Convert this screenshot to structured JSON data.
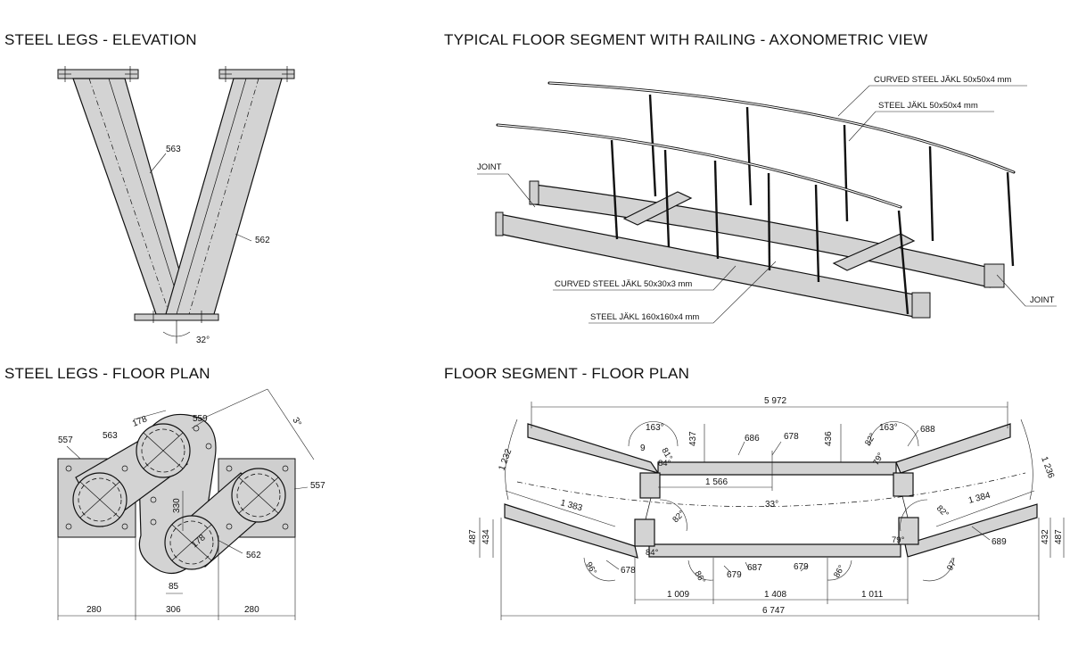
{
  "titles": {
    "legs_elevation": "STEEL LEGS - ELEVATION",
    "axonometric": "TYPICAL FLOOR SEGMENT WITH RAILING - AXONOMETRIC VIEW",
    "legs_plan": "STEEL LEGS - FLOOR PLAN",
    "segment_plan": "FLOOR SEGMENT - FLOOR PLAN"
  },
  "elevation": {
    "label_left": "563",
    "label_right": "562",
    "angle": "32°"
  },
  "axo": {
    "curved_rail": "CURVED STEEL JÄKL 50x50x4 mm",
    "posts": "STEEL JÄKL 50x50x4 mm",
    "joint_left": "JOINT",
    "joint_right": "JOINT",
    "curved_edge": "CURVED STEEL JÄKL 50x30x3 mm",
    "main_beam": "STEEL JÄKL 160x160x4 mm"
  },
  "legs_plan": {
    "label_557_left": "557",
    "label_563": "563",
    "label_178_top": "178",
    "label_559": "559",
    "label_3deg": "3°",
    "label_557_right": "557",
    "label_330": "330",
    "label_178_bottom": "178",
    "label_562": "562",
    "label_85": "85",
    "dim_280_left": "280",
    "dim_306": "306",
    "dim_280_right": "280"
  },
  "segment_plan": {
    "dim_top": "5 972",
    "ang_163_left": "163°",
    "ang_163_right": "163°",
    "dim_437": "437",
    "dim_436": "436",
    "label_686": "686",
    "label_678_top": "678",
    "label_688": "688",
    "ang_81": "81°",
    "ang_82_top": "82°",
    "dim_9": "9",
    "ang_84_top": "84°",
    "ang_79": "79°",
    "dim_1232": "1 232",
    "dim_1236": "1 236",
    "dim_1566": "1 566",
    "ang_33": "33°",
    "dim_1383": "1 383",
    "dim_1384": "1 384",
    "ang_82_left": "82°",
    "ang_82_right": "82°",
    "dim_487_left": "487",
    "dim_434": "434",
    "dim_432": "432",
    "dim_487_right": "487",
    "ang_84_bottom": "84°",
    "ang_79_bottom": "79°",
    "ang_96": "96°",
    "label_678_bottom": "678",
    "ang_86_left": "86°",
    "label_679_left": "679",
    "label_687": "687",
    "label_679_right": "679",
    "ang_86_right": "86°",
    "label_689": "689",
    "ang_97": "97°",
    "dim_1009": "1 009",
    "dim_1408": "1 408",
    "dim_1011": "1 011",
    "dim_6747": "6 747"
  }
}
